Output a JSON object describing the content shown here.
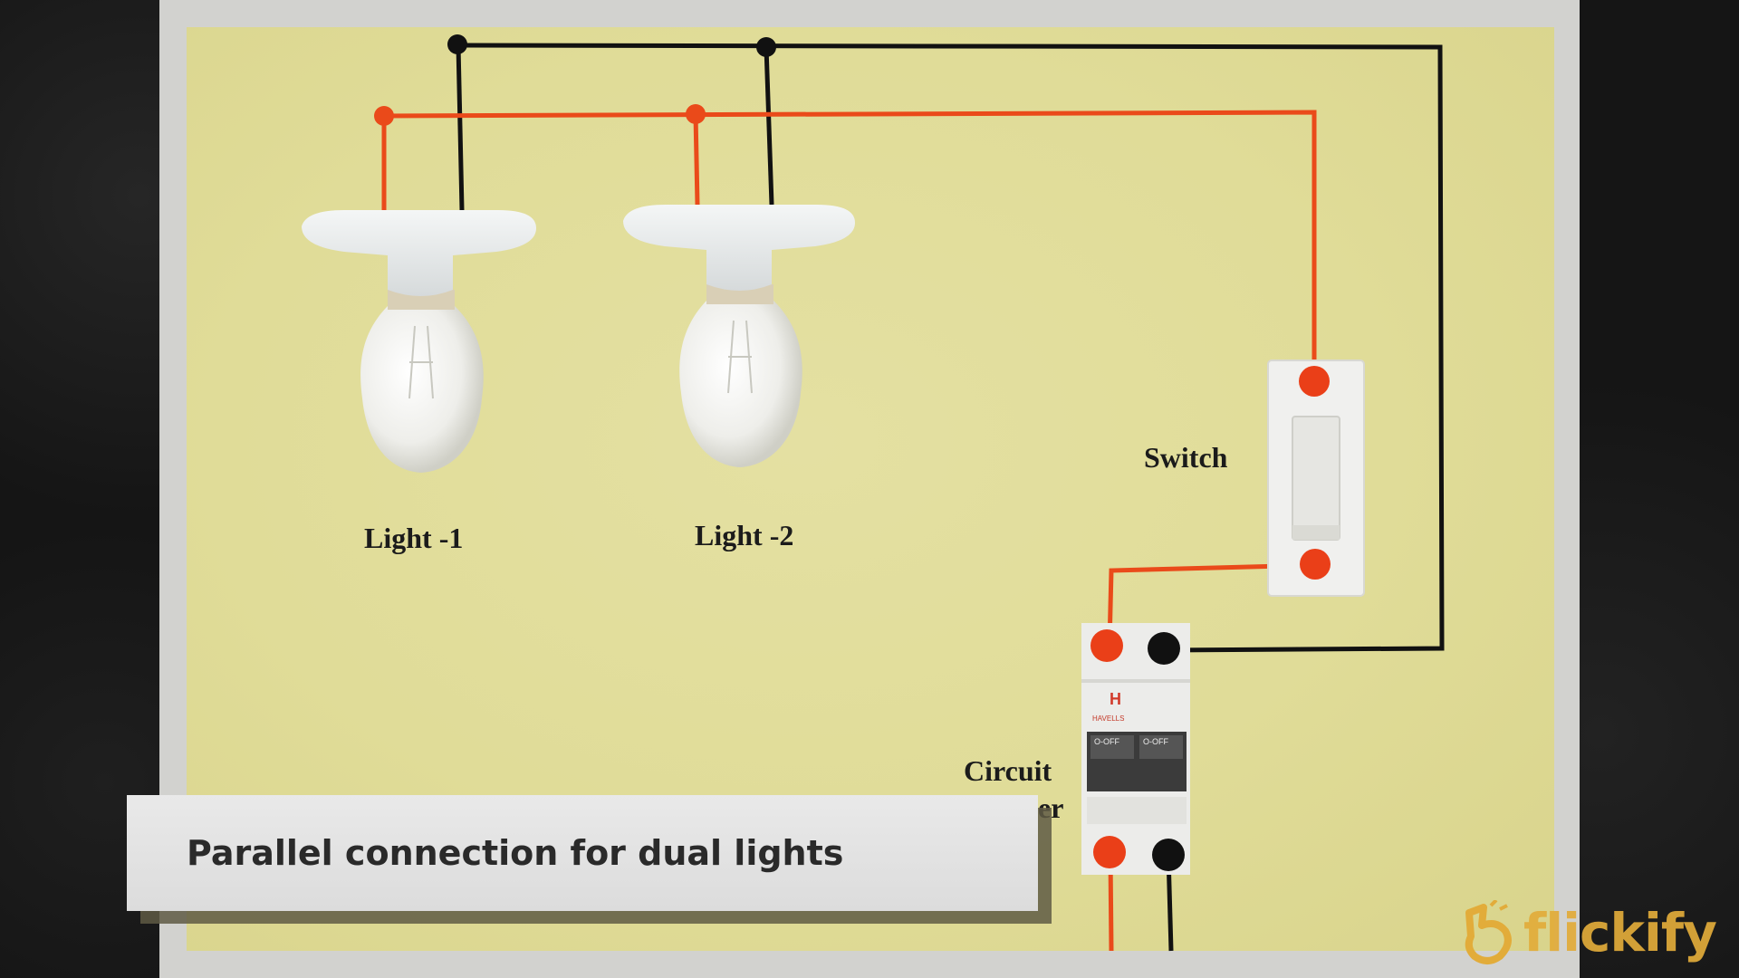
{
  "diagram": {
    "labels": {
      "light1": "Light -1",
      "light2": "Light -2",
      "switch": "Switch",
      "breaker_line1": "Circuit",
      "breaker_line2": "er"
    },
    "breaker_brand": "HAVELLS",
    "breaker_toggle_left": "O-OFF",
    "breaker_toggle_right": "O-OFF"
  },
  "caption": {
    "text": "Parallel connection for dual lights"
  },
  "watermark": {
    "text": "flickify"
  },
  "colors": {
    "live_wire": "#ea4a1a",
    "neutral_wire": "#111111",
    "board": "#e2de9c",
    "frame": "#d2d2cf",
    "watermark": "#e2ac3a"
  }
}
